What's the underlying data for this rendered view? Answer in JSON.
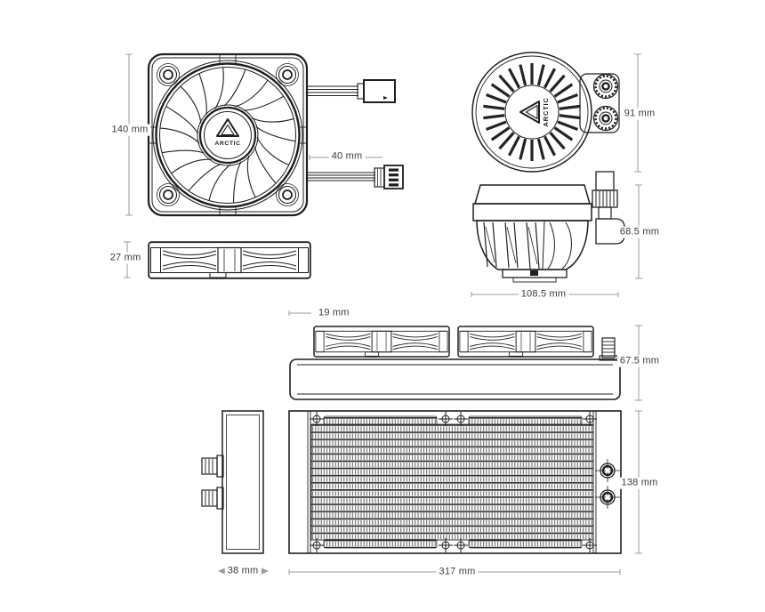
{
  "brand_logo": "ARCTIC",
  "colors": {
    "background": "#ffffff",
    "line": "#1f1f1f",
    "dim_line": "#9b9b9b",
    "dim_text": "#3a3a3a"
  },
  "dimensions": {
    "fan_size": "140 mm",
    "fan_cable_length": "40 mm",
    "fan_depth": "27 mm",
    "pump_width": "91 mm",
    "pump_height": "68.5 mm",
    "pump_length": "108.5 mm",
    "fan_edge_inset": "19 mm",
    "radiator_with_fans_height": "67.5 mm",
    "radiator_depth": "38 mm",
    "radiator_length": "317 mm",
    "radiator_width": "138 mm"
  }
}
